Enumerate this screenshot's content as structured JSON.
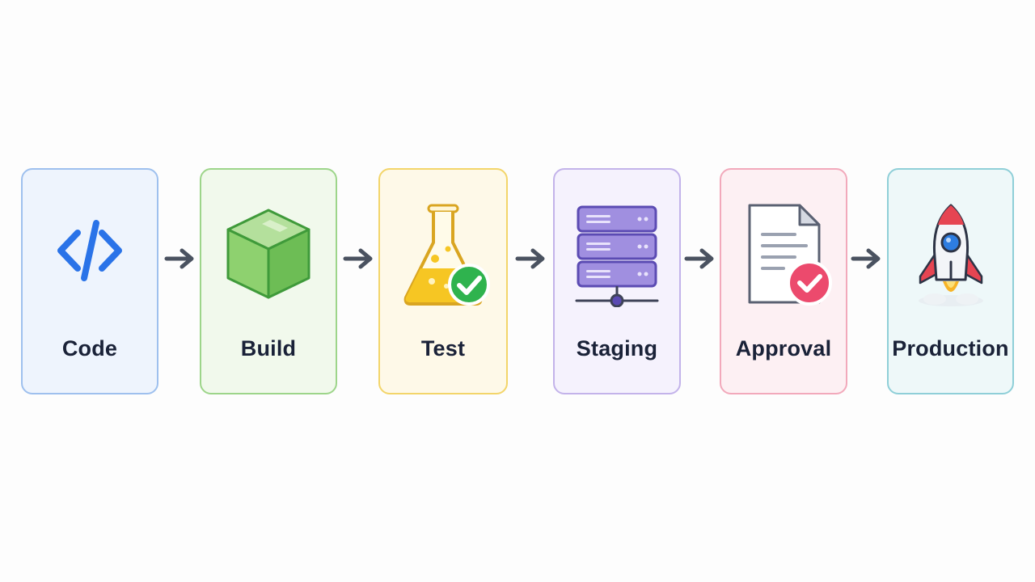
{
  "stages": [
    {
      "label": "Code",
      "icon": "code-icon",
      "bg": "#eef4fd",
      "border": "#9ec0ee"
    },
    {
      "label": "Build",
      "icon": "package-box-icon",
      "bg": "#f1f9ec",
      "border": "#9dd58a"
    },
    {
      "label": "Test",
      "icon": "flask-check-icon",
      "bg": "#fef9e8",
      "border": "#f3d56a"
    },
    {
      "label": "Staging",
      "icon": "server-stack-icon",
      "bg": "#f5f2fd",
      "border": "#c3b3ea"
    },
    {
      "label": "Approval",
      "icon": "document-check-icon",
      "bg": "#fdf0f3",
      "border": "#f2a9bb"
    },
    {
      "label": "Production",
      "icon": "rocket-icon",
      "bg": "#eef8f9",
      "border": "#8fcfd8"
    }
  ],
  "colors": {
    "arrow": "#4a5260",
    "label": "#1a2238"
  }
}
